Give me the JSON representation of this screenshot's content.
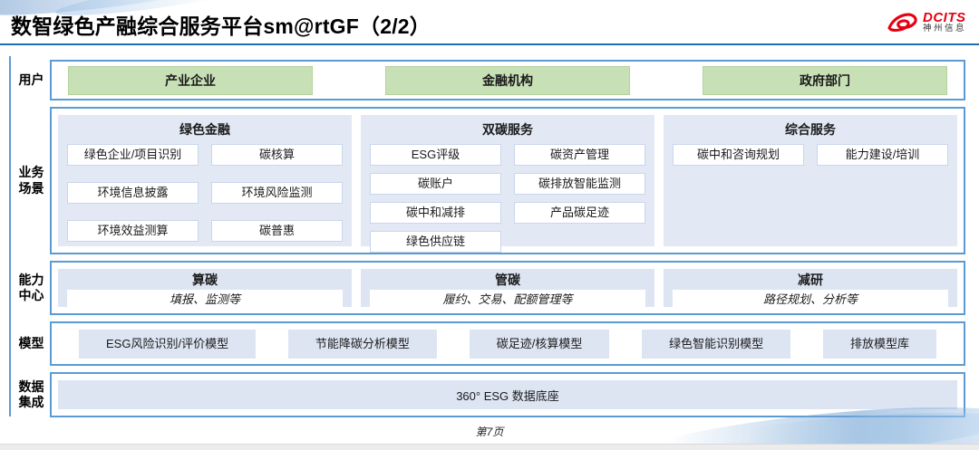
{
  "header": {
    "title": "数智绿色产融综合服务平台sm@rtGF（2/2）",
    "logo": {
      "brand": "DCITS",
      "company": "神州信息"
    }
  },
  "colors": {
    "accent_blue": "#5B9BD5",
    "header_line_blue": "#1E6FB8",
    "panel_blue": "#E2E8F4",
    "box_blue": "#DDE5F3",
    "user_green": "#C8E0B6",
    "logo_red": "#E60012"
  },
  "rows": {
    "users": {
      "label": "用户",
      "items": [
        "产业企业",
        "金融机构",
        "政府部门"
      ]
    },
    "scenarios": {
      "label": "业务场景",
      "columns": [
        {
          "title": "绿色金融",
          "items": [
            "绿色企业/项目识别",
            "碳核算",
            "环境信息披露",
            "环境风险监测",
            "环境效益测算",
            "碳普惠"
          ]
        },
        {
          "title": "双碳服务",
          "items": [
            "ESG评级",
            "碳资产管理",
            "碳账户",
            "碳排放智能监测",
            "碳中和减排",
            "产品碳足迹",
            "绿色供应链"
          ]
        },
        {
          "title": "综合服务",
          "items": [
            "碳中和咨询规划",
            "能力建设/培训"
          ]
        }
      ]
    },
    "capabilities": {
      "label": "能力中心",
      "items": [
        {
          "title": "算碳",
          "desc": "填报、监测等"
        },
        {
          "title": "管碳",
          "desc": "履约、交易、配额管理等"
        },
        {
          "title": "减研",
          "desc": "路径规划、分析等"
        }
      ]
    },
    "models": {
      "label": "模型",
      "items": [
        "ESG风险识别/评价模型",
        "节能降碳分析模型",
        "碳足迹/核算模型",
        "绿色智能识别模型",
        "排放模型库"
      ]
    },
    "data_integration": {
      "label": "数据集成",
      "items": [
        "360° ESG 数据底座"
      ]
    }
  },
  "footer": {
    "page_number": "第7页"
  }
}
